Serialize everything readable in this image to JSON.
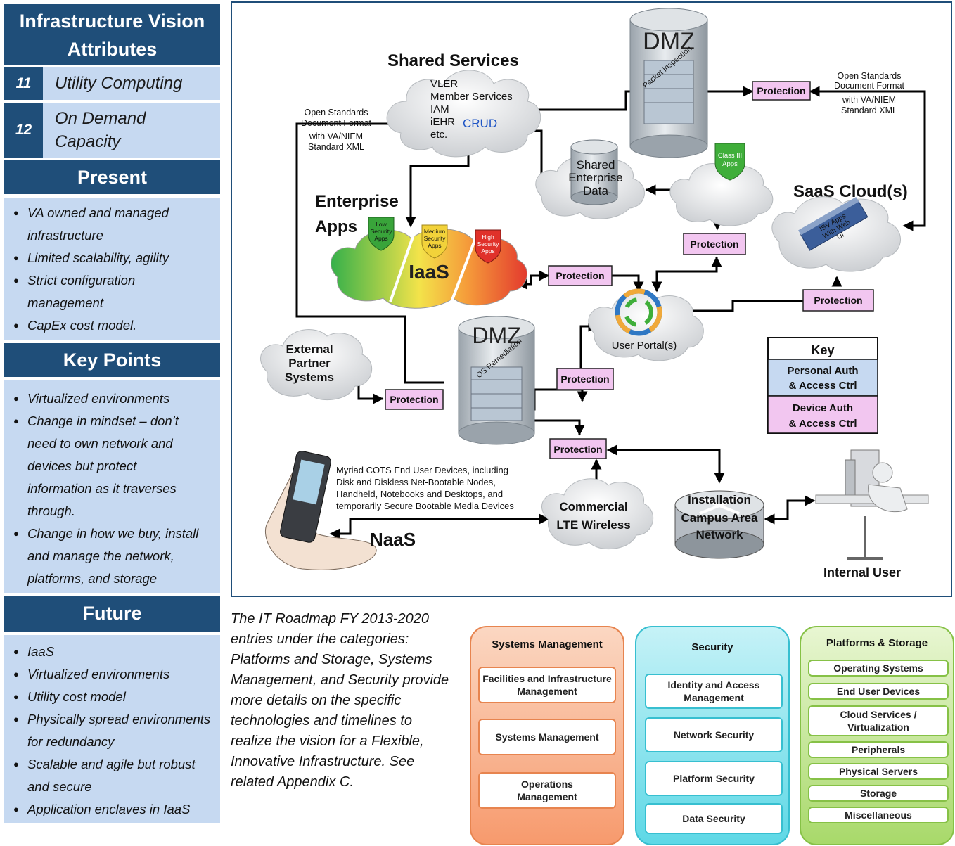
{
  "sidebar": {
    "attributes_header": "Infrastructure Vision Attributes",
    "attributes": [
      {
        "num": "11",
        "label": "Utility Computing"
      },
      {
        "num": "12",
        "label": "On Demand Capacity"
      }
    ],
    "present_header": "Present",
    "present_items": [
      "VA owned and managed infrastructure",
      "Limited scalability, agility",
      "Strict configuration management",
      "CapEx cost model."
    ],
    "keypoints_header": "Key Points",
    "keypoints_items": [
      "Virtualized environments",
      "Change in mindset – don’t need to own network and devices but protect information as it traverses through.",
      "Change in how we buy, install and manage the network, platforms, and storage"
    ],
    "future_header": "Future",
    "future_items": [
      "IaaS",
      "Virtualized environments",
      "Utility cost model",
      "Physically spread environments for redundancy",
      "Scalable and agile but robust and secure",
      "Application enclaves in IaaS"
    ]
  },
  "diagram": {
    "dmz_label": "DMZ",
    "packet_inspection": "Packet Inspection",
    "os_remediation": "OS Remediation",
    "shared_services_title": "Shared Services",
    "shared_services_lines": [
      "VLER",
      "Member Services",
      "IAM",
      "iEHR",
      "etc."
    ],
    "crud": "CRUD",
    "open_standards_left": [
      "Open Standards",
      "Document Format",
      "with VA/NIEM",
      "Standard XML"
    ],
    "open_standards_right": [
      "Open Standards",
      "Document Format",
      "with VA/NIEM",
      "Standard XML"
    ],
    "shared_enterprise_data": [
      "Shared",
      "Enterprise",
      "Data"
    ],
    "class3_apps": [
      "Class III",
      "Apps"
    ],
    "saas_cloud": "SaaS Cloud(s)",
    "isv_apps": [
      "ISV Apps",
      "With Web",
      "UI"
    ],
    "enterprise_apps": [
      "Enterprise",
      "Apps"
    ],
    "low_security": [
      "Low",
      "Security",
      "Apps"
    ],
    "medium_security": [
      "Medium",
      "Security",
      "Apps"
    ],
    "high_security": [
      "High",
      "Security",
      "Apps"
    ],
    "iaas": "IaaS",
    "protection": "Protection",
    "user_portal": "User Portal(s)",
    "external_partner": [
      "External",
      "Partner",
      "Systems"
    ],
    "key_title": "Key",
    "key_personal": [
      "Personal Auth",
      "& Access Ctrl"
    ],
    "key_device": [
      "Device Auth",
      "& Access Ctrl"
    ],
    "cots_text": [
      "Myriad COTS End User Devices, including",
      "Disk and Diskless Net-Bootable Nodes,",
      "Handheld, Notebooks and Desktops, and",
      "temporarily Secure Bootable Media Devices"
    ],
    "naas": "NaaS",
    "commercial_lte": [
      "Commercial",
      "LTE Wireless"
    ],
    "installation_network": [
      "Installation",
      "Campus Area",
      "Network"
    ],
    "internal_user": "Internal User"
  },
  "caption": "The IT Roadmap FY 2013-2020 entries under the categories: Platforms and Storage, Systems Management, and Security provide more details on the specific technologies and timelines to realize the vision for a Flexible, Innovative Infrastructure. See related Appendix C.",
  "categories": {
    "systems_management": {
      "title": "Systems Management",
      "items": [
        "Facilities and Infrastructure Management",
        "Systems Management",
        "Operations Management"
      ]
    },
    "security": {
      "title": "Security",
      "items": [
        "Identity and Access Management",
        "Network Security",
        "Platform Security",
        "Data Security"
      ]
    },
    "platforms_storage": {
      "title": "Platforms & Storage",
      "items": [
        "Operating Systems",
        "End User Devices",
        "Cloud Services / Virtualization",
        "Peripherals",
        "Physical Servers",
        "Storage",
        "Miscellaneous"
      ]
    }
  },
  "colors": {
    "header_blue": "#1f4e79",
    "panel_blue": "#c6d9f1",
    "protection_pink": "#f2c6f0",
    "systems_orange": "#f79a6d",
    "security_cyan": "#5ed8e6",
    "platforms_green": "#a8d96a"
  }
}
